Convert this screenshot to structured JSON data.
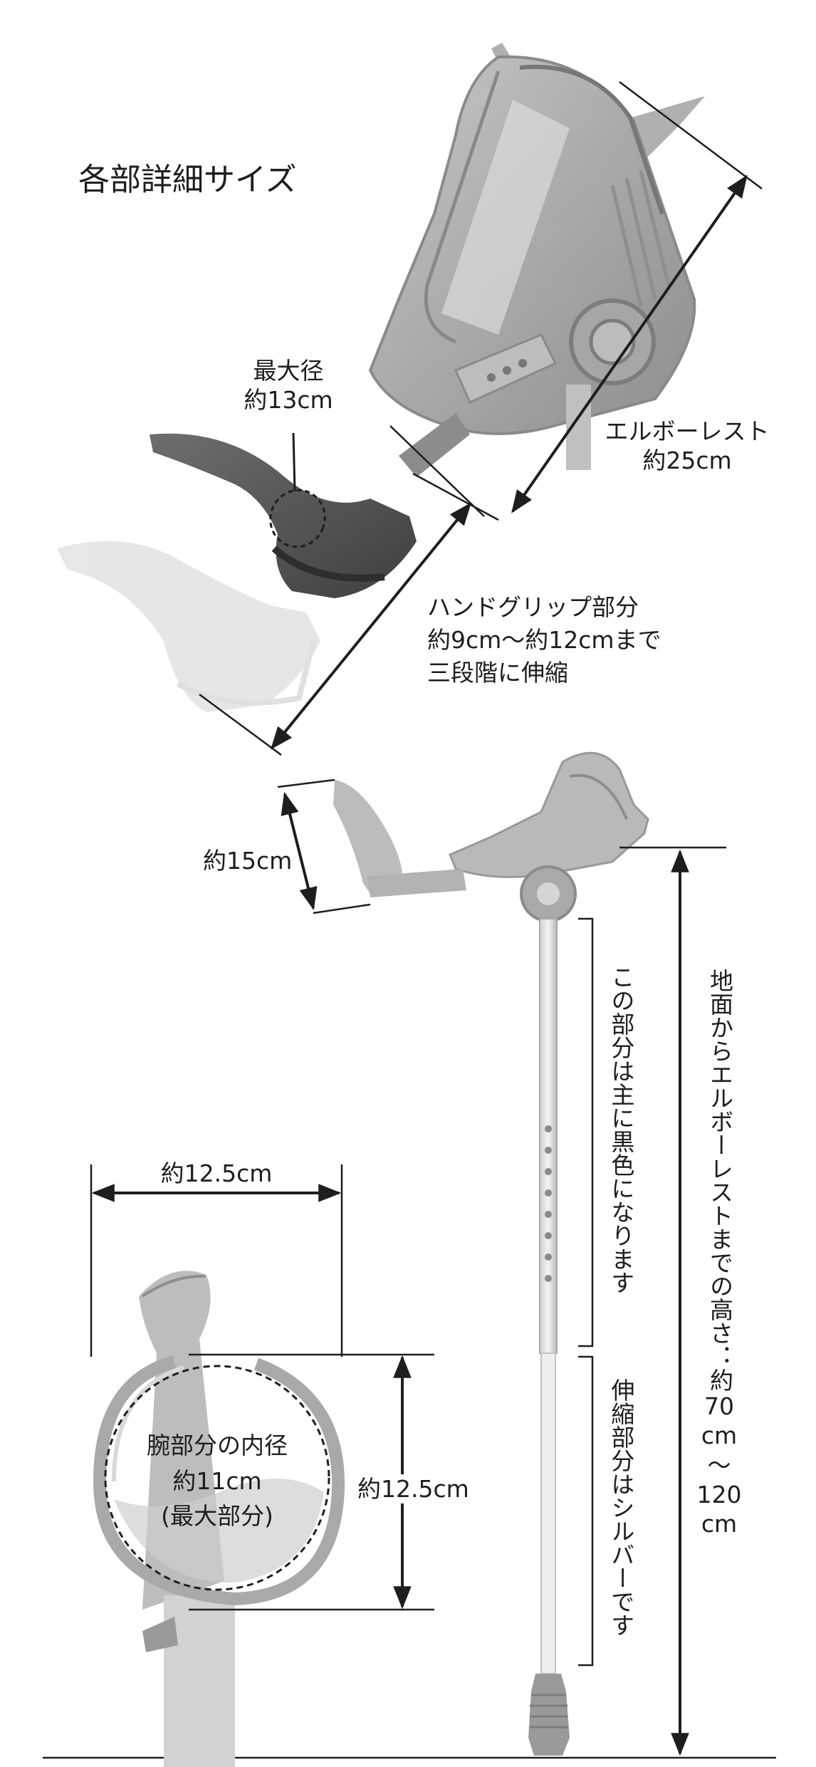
{
  "title": "各部詳細サイズ",
  "callouts": {
    "max_diameter": {
      "line1": "最大径",
      "line2": "約13cm"
    },
    "elbow_rest": {
      "line1": "エルボーレスト",
      "line2": "約25cm"
    },
    "hand_grip": {
      "line1": "ハンドグリップ部分",
      "line2": "約9cm〜約12cmまで",
      "line3": "三段階に伸縮"
    },
    "grip_height": "約15cm",
    "black_section": "この部分は主に黒色になります",
    "silver_section": "伸縮部分はシルバーです",
    "floor_height": {
      "line1": "地面からエルボーレストまでの高さ：約",
      "line2": "70",
      "line3": "cm",
      "line4": "〜",
      "line5": "120",
      "line6": "cm"
    },
    "cuff_width": "約12.5cm",
    "cuff_height": "約12.5cm",
    "arm_inner": {
      "line1": "腕部分の内径",
      "line2": "約11cm",
      "line3": "(最大部分)"
    }
  },
  "colors": {
    "ink": "#1e1e1e",
    "product_gray": "#9a9a9a",
    "light_gray": "#d6d6d6"
  }
}
